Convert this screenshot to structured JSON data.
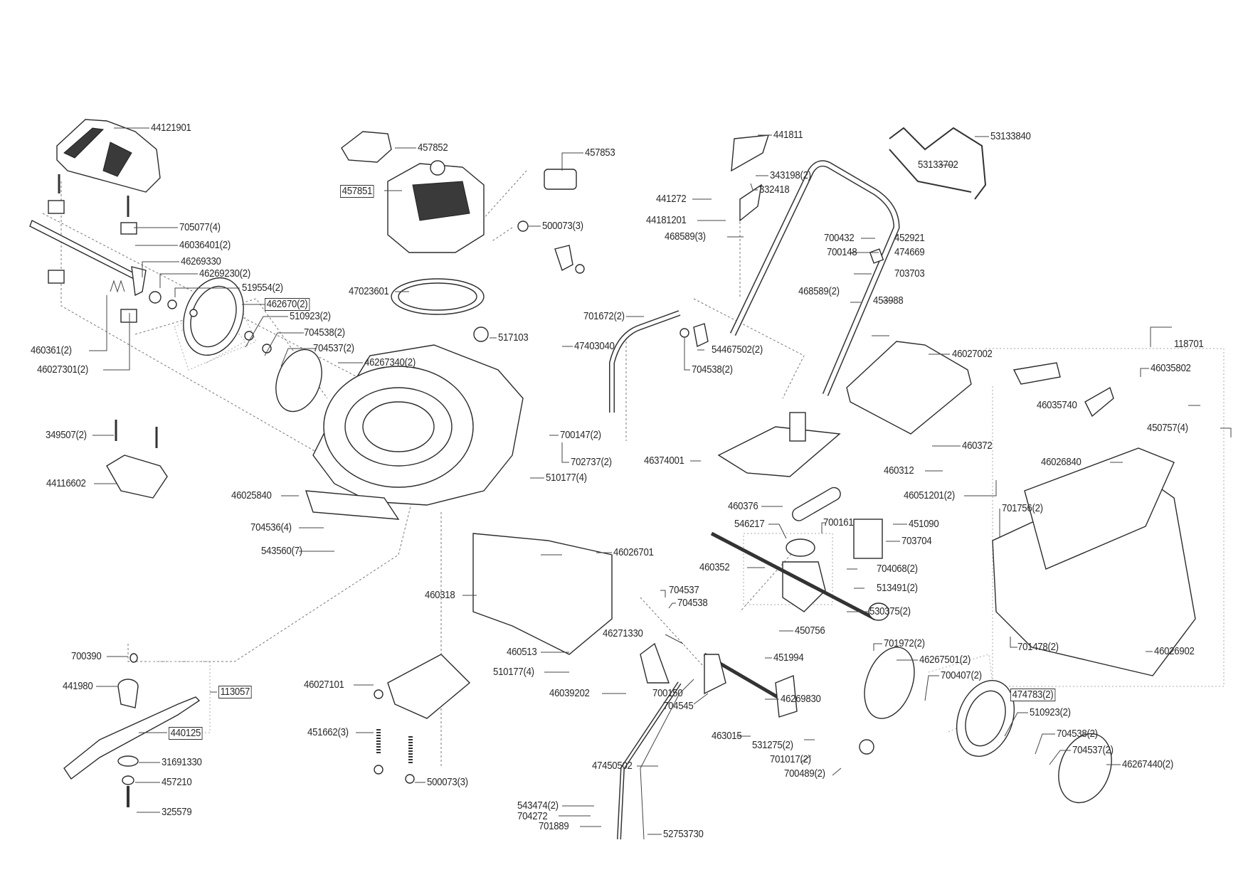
{
  "diagram": {
    "type": "exploded-parts-view",
    "subject": "lawn mower",
    "labels": [
      {
        "id": "l1",
        "text": "44121901",
        "boxed": false
      },
      {
        "id": "l2",
        "text": "705077(4)",
        "boxed": false
      },
      {
        "id": "l3",
        "text": "46036401(2)",
        "boxed": false
      },
      {
        "id": "l4",
        "text": "46269330",
        "boxed": false
      },
      {
        "id": "l5",
        "text": "46269230(2)",
        "boxed": false
      },
      {
        "id": "l6",
        "text": "519554(2)",
        "boxed": false
      },
      {
        "id": "l7",
        "text": "462670(2)",
        "boxed": true
      },
      {
        "id": "l8",
        "text": "510923(2)",
        "boxed": false
      },
      {
        "id": "l9",
        "text": "704538(2)",
        "boxed": false
      },
      {
        "id": "l10",
        "text": "704537(2)",
        "boxed": false
      },
      {
        "id": "l11",
        "text": "46267340(2)",
        "boxed": false
      },
      {
        "id": "l12",
        "text": "460361(2)",
        "boxed": false
      },
      {
        "id": "l13",
        "text": "46027301(2)",
        "boxed": false
      },
      {
        "id": "l14",
        "text": "349507(2)",
        "boxed": false
      },
      {
        "id": "l15",
        "text": "44116602",
        "boxed": false
      },
      {
        "id": "l16",
        "text": "46025840",
        "boxed": false
      },
      {
        "id": "l17",
        "text": "704536(4)",
        "boxed": false
      },
      {
        "id": "l18",
        "text": "543560(7)",
        "boxed": false
      },
      {
        "id": "l19",
        "text": "457852",
        "boxed": false
      },
      {
        "id": "l20",
        "text": "457851",
        "boxed": true
      },
      {
        "id": "l21",
        "text": "457853",
        "boxed": false
      },
      {
        "id": "l22",
        "text": "500073(3)",
        "boxed": false
      },
      {
        "id": "l23",
        "text": "47023601",
        "boxed": false
      },
      {
        "id": "l24",
        "text": "517103",
        "boxed": false
      },
      {
        "id": "l25",
        "text": "47403040",
        "boxed": false
      },
      {
        "id": "l26",
        "text": "701672(2)",
        "boxed": false
      },
      {
        "id": "l27",
        "text": "54467502(2)",
        "boxed": false
      },
      {
        "id": "l28",
        "text": "704538(2)",
        "boxed": false
      },
      {
        "id": "l29",
        "text": "700147(2)",
        "boxed": false
      },
      {
        "id": "l30",
        "text": "702737(2)",
        "boxed": false
      },
      {
        "id": "l31",
        "text": "510177(4)",
        "boxed": false
      },
      {
        "id": "l32",
        "text": "441811",
        "boxed": false
      },
      {
        "id": "l33",
        "text": "343198(2)",
        "boxed": false
      },
      {
        "id": "l34",
        "text": "332418",
        "boxed": false
      },
      {
        "id": "l35",
        "text": "441272",
        "boxed": false
      },
      {
        "id": "l36",
        "text": "44181201",
        "boxed": false
      },
      {
        "id": "l37",
        "text": "468589(3)",
        "boxed": false
      },
      {
        "id": "l38",
        "text": "700432",
        "boxed": false
      },
      {
        "id": "l39",
        "text": "700148",
        "boxed": false
      },
      {
        "id": "l40",
        "text": "468589(2)",
        "boxed": false
      },
      {
        "id": "l41",
        "text": "452921",
        "boxed": false
      },
      {
        "id": "l42",
        "text": "474669",
        "boxed": false
      },
      {
        "id": "l43",
        "text": "703703",
        "boxed": false
      },
      {
        "id": "l44",
        "text": "453988",
        "boxed": false
      },
      {
        "id": "l45",
        "text": "53133840",
        "boxed": false
      },
      {
        "id": "l46",
        "text": "53133702",
        "boxed": false
      },
      {
        "id": "l47",
        "text": "46027002",
        "boxed": false
      },
      {
        "id": "l48",
        "text": "46374001",
        "boxed": false
      },
      {
        "id": "l49",
        "text": "460372",
        "boxed": false
      },
      {
        "id": "l50",
        "text": "460312",
        "boxed": false
      },
      {
        "id": "l51",
        "text": "46051201(2)",
        "boxed": false
      },
      {
        "id": "l52",
        "text": "118701",
        "boxed": false
      },
      {
        "id": "l53",
        "text": "46035802",
        "boxed": false
      },
      {
        "id": "l54",
        "text": "46035740",
        "boxed": false
      },
      {
        "id": "l55",
        "text": "450757(4)",
        "boxed": false
      },
      {
        "id": "l56",
        "text": "46026840",
        "boxed": false
      },
      {
        "id": "l57",
        "text": "701756(2)",
        "boxed": false
      },
      {
        "id": "l58",
        "text": "701478(2)",
        "boxed": false
      },
      {
        "id": "l59",
        "text": "46026902",
        "boxed": false
      },
      {
        "id": "l60",
        "text": "460376",
        "boxed": false
      },
      {
        "id": "l61",
        "text": "546217",
        "boxed": false
      },
      {
        "id": "l62",
        "text": "700161",
        "boxed": false
      },
      {
        "id": "l63",
        "text": "451090",
        "boxed": false
      },
      {
        "id": "l64",
        "text": "703704",
        "boxed": false
      },
      {
        "id": "l65",
        "text": "460352",
        "boxed": false
      },
      {
        "id": "l66",
        "text": "704068(2)",
        "boxed": false
      },
      {
        "id": "l67",
        "text": "513491(2)",
        "boxed": false
      },
      {
        "id": "l68",
        "text": "530375(2)",
        "boxed": false
      },
      {
        "id": "l69",
        "text": "450756",
        "boxed": false
      },
      {
        "id": "l70",
        "text": "451994",
        "boxed": false
      },
      {
        "id": "l71",
        "text": "46026701",
        "boxed": false
      },
      {
        "id": "l72",
        "text": "460318",
        "boxed": false
      },
      {
        "id": "l73",
        "text": "460513",
        "boxed": false
      },
      {
        "id": "l74",
        "text": "510177(4)",
        "boxed": false
      },
      {
        "id": "l75",
        "text": "704537",
        "boxed": false
      },
      {
        "id": "l76",
        "text": "704538",
        "boxed": false
      },
      {
        "id": "l77",
        "text": "46271330",
        "boxed": false
      },
      {
        "id": "l78",
        "text": "46039202",
        "boxed": false
      },
      {
        "id": "l79",
        "text": "700150",
        "boxed": false
      },
      {
        "id": "l80",
        "text": "704545",
        "boxed": false
      },
      {
        "id": "l81",
        "text": "46269830",
        "boxed": false
      },
      {
        "id": "l82",
        "text": "463015",
        "boxed": false
      },
      {
        "id": "l83",
        "text": "531275(2)",
        "boxed": false
      },
      {
        "id": "l84",
        "text": "701017(2)",
        "boxed": false
      },
      {
        "id": "l85",
        "text": "700489(2)",
        "boxed": false
      },
      {
        "id": "l86",
        "text": "47450502",
        "boxed": false
      },
      {
        "id": "l87",
        "text": "543474(2)",
        "boxed": false
      },
      {
        "id": "l88",
        "text": "704272",
        "boxed": false
      },
      {
        "id": "l89",
        "text": "701889",
        "boxed": false
      },
      {
        "id": "l90",
        "text": "52753730",
        "boxed": false
      },
      {
        "id": "l91",
        "text": "701972(2)",
        "boxed": false
      },
      {
        "id": "l92",
        "text": "46267501(2)",
        "boxed": false
      },
      {
        "id": "l93",
        "text": "700407(2)",
        "boxed": false
      },
      {
        "id": "l94",
        "text": "474783(2)",
        "boxed": true
      },
      {
        "id": "l95",
        "text": "510923(2)",
        "boxed": false
      },
      {
        "id": "l96",
        "text": "704538(2)",
        "boxed": false
      },
      {
        "id": "l97",
        "text": "704537(2)",
        "boxed": false
      },
      {
        "id": "l98",
        "text": "46267440(2)",
        "boxed": false
      },
      {
        "id": "l99",
        "text": "700390",
        "boxed": false
      },
      {
        "id": "l100",
        "text": "441980",
        "boxed": false
      },
      {
        "id": "l101",
        "text": "113057",
        "boxed": true
      },
      {
        "id": "l102",
        "text": "440125",
        "boxed": true
      },
      {
        "id": "l103",
        "text": "31691330",
        "boxed": false
      },
      {
        "id": "l104",
        "text": "457210",
        "boxed": false
      },
      {
        "id": "l105",
        "text": "325579",
        "boxed": false
      },
      {
        "id": "l106",
        "text": "46027101",
        "boxed": false
      },
      {
        "id": "l107",
        "text": "451662(3)",
        "boxed": false
      },
      {
        "id": "l108",
        "text": "500073(3)",
        "boxed": false
      }
    ]
  }
}
